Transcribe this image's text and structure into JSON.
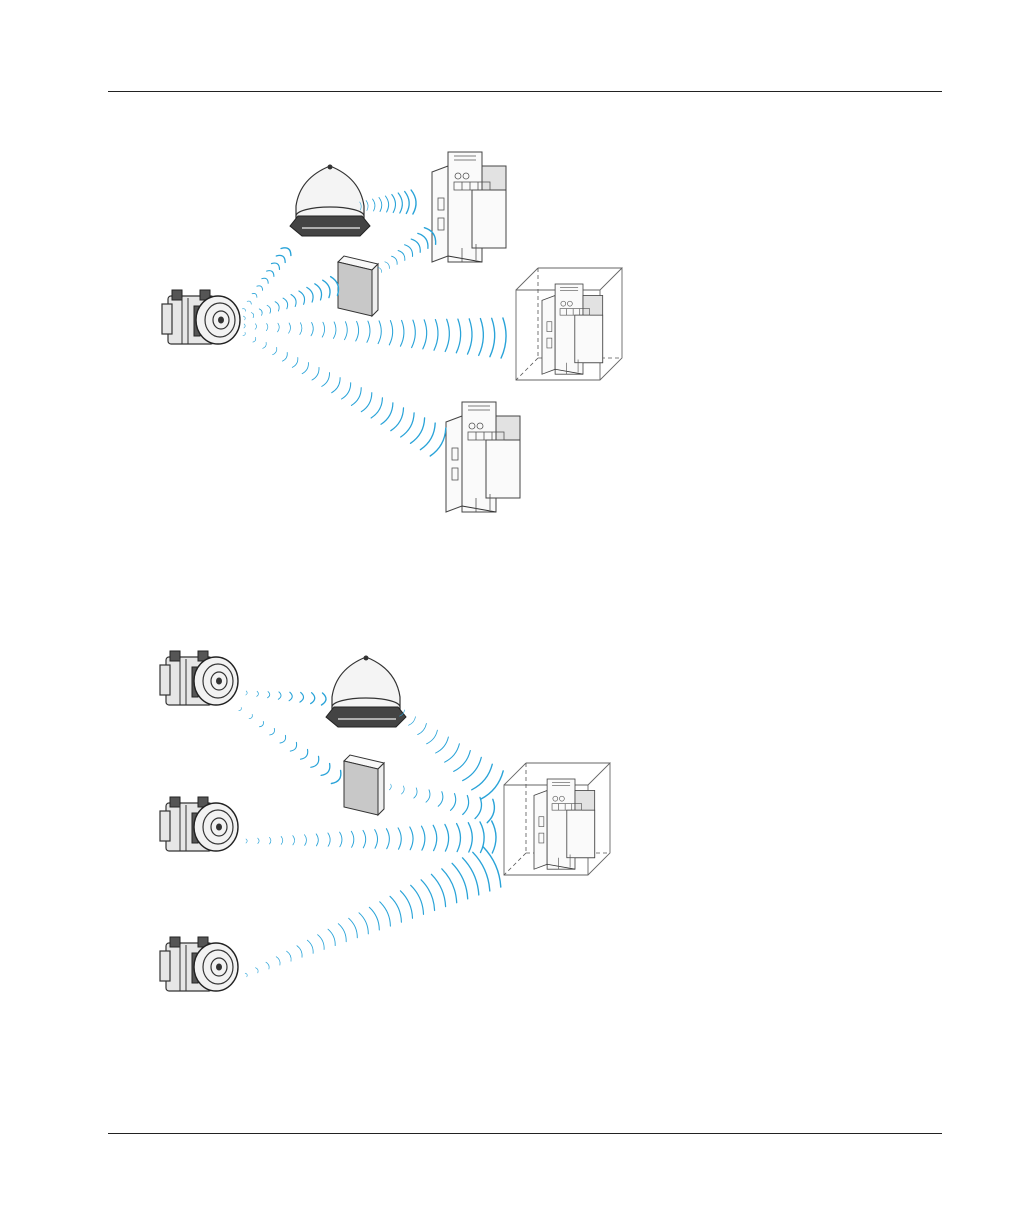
{
  "document": {
    "header_rule": true,
    "footer_rule": true
  },
  "figures": [
    {
      "id": "one-transmitter-to-many-receivers",
      "elements": [
        "pushbutton-transmitter",
        "antenna-repeater",
        "obstacle-panel",
        "relay-receiver",
        "relay-receiver-in-enclosure",
        "relay-receiver"
      ]
    },
    {
      "id": "many-transmitters-to-one-receiver",
      "elements": [
        "pushbutton-transmitter",
        "pushbutton-transmitter",
        "pushbutton-transmitter",
        "antenna-repeater",
        "obstacle-panel",
        "relay-receiver-in-enclosure"
      ]
    }
  ],
  "colors": {
    "wave": "#29a3d8",
    "outline": "#333333",
    "rule": "#222222"
  }
}
